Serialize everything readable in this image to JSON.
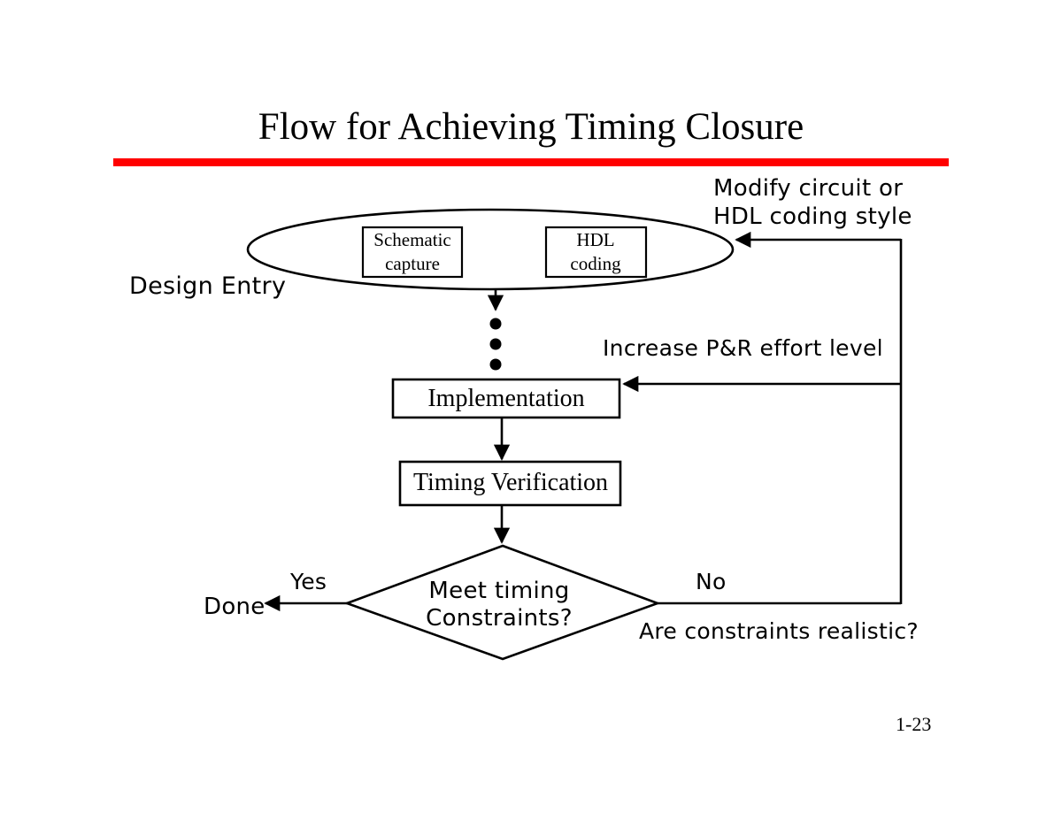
{
  "slide": {
    "title": "Flow for Achieving Timing Closure",
    "page_number": "1-23",
    "accent_color": "#ff0000",
    "line_color": "#000000",
    "background_color": "#ffffff"
  },
  "diagram": {
    "type": "flowchart",
    "group_label": "Design Entry",
    "nodes": [
      {
        "id": "design-entry-group",
        "shape": "ellipse",
        "label": "Design Entry"
      },
      {
        "id": "schematic-capture",
        "shape": "rect",
        "label_line1": "Schematic",
        "label_line2": "capture"
      },
      {
        "id": "hdl-coding",
        "shape": "rect",
        "label_line1": "HDL",
        "label_line2": "coding"
      },
      {
        "id": "implementation",
        "shape": "rect",
        "label": "Implementation"
      },
      {
        "id": "timing-verification",
        "shape": "rect",
        "label": "Timing Verification"
      },
      {
        "id": "meet-timing-constraints",
        "shape": "diamond",
        "label_line1": "Meet timing",
        "label_line2": "Constraints?"
      },
      {
        "id": "done",
        "shape": "text",
        "label": "Done"
      }
    ],
    "annotations": [
      {
        "id": "modify-circuit",
        "line1": "Modify circuit or",
        "line2": "HDL coding style"
      },
      {
        "id": "increase-pr-effort",
        "text": "Increase P&R effort level"
      },
      {
        "id": "yes-branch",
        "text": "Yes"
      },
      {
        "id": "no-branch",
        "text": "No"
      },
      {
        "id": "constraints-realistic",
        "text": "Are constraints realistic?"
      }
    ]
  }
}
